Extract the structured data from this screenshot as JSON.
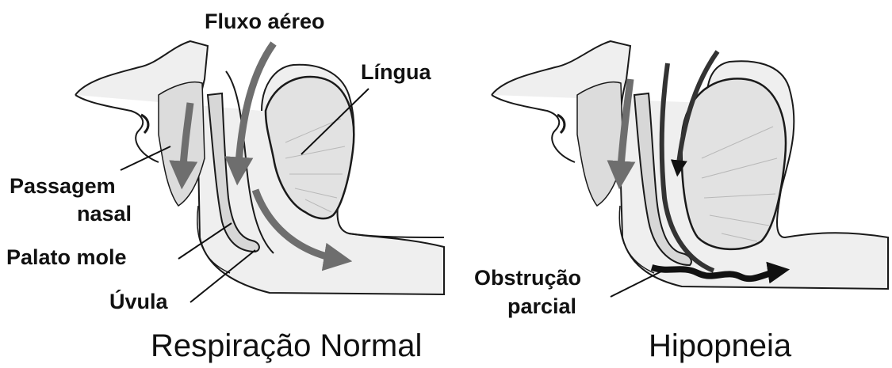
{
  "diagram": {
    "left_panel": {
      "caption": "Respiração Normal",
      "labels": {
        "airflow": "Fluxo aéreo",
        "tongue": "Língua",
        "nasal_passage_line1": "Passagem",
        "nasal_passage_line2": "nasal",
        "soft_palate": "Palato mole",
        "uvula": "Úvula"
      }
    },
    "right_panel": {
      "caption": "Hipopneia",
      "labels": {
        "obstruction_line1": "Obstrução",
        "obstruction_line2": "parcial"
      }
    }
  },
  "colors": {
    "outline": "#1a1a1a",
    "tissue_fill": "#e8e8e8",
    "tissue_dark": "#cfcfcf",
    "airflow_normal": "#6e6e6e",
    "airflow_obstructed": "#111111",
    "background": "#ffffff"
  }
}
